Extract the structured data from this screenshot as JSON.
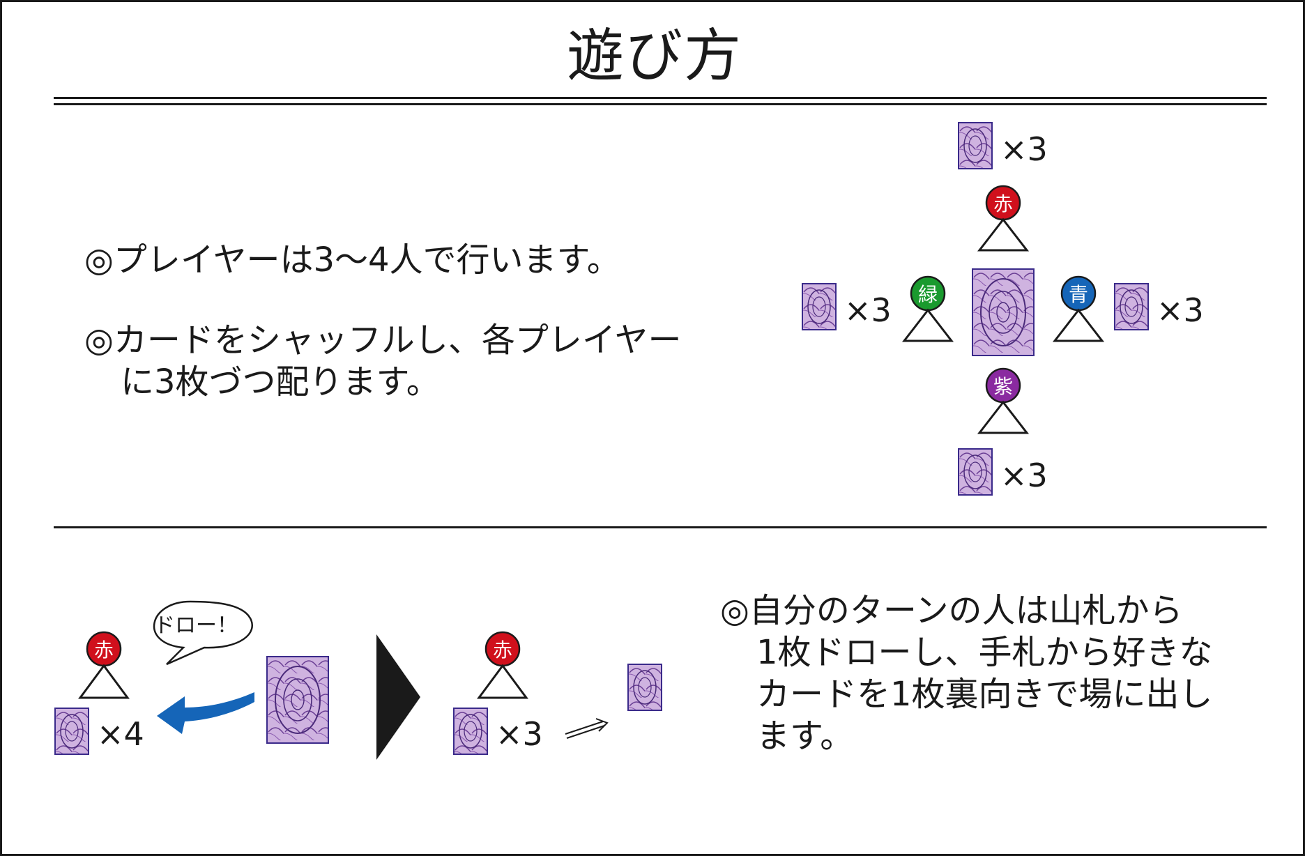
{
  "title": "遊び方",
  "setup": {
    "instruction_1": "◎プレイヤーは3〜4人で行います。",
    "instruction_2_line1": "◎カードをシャッフルし、各プレイヤー",
    "instruction_2_line2": "に3枚づつ配ります。",
    "players": {
      "top": {
        "name": "赤",
        "color": "#d0101c",
        "hand": "×3"
      },
      "left": {
        "name": "緑",
        "color": "#1a9a2e",
        "hand": "×3"
      },
      "right": {
        "name": "青",
        "color": "#1565b8",
        "hand": "×3"
      },
      "bottom": {
        "name": "紫",
        "color": "#8a2aa0",
        "hand": "×3"
      }
    }
  },
  "turn": {
    "speech": "ドロー！",
    "before": {
      "player": "赤",
      "hand": "×4"
    },
    "after": {
      "player": "赤",
      "hand": "×3"
    },
    "instruction_line1": "◎自分のターンの人は山札から",
    "instruction_line2": "1枚ドローし、手札から好きな",
    "instruction_line3": "カードを1枚裏向きで場に出し",
    "instruction_line4": "ます。"
  },
  "colors": {
    "card_border": "#3a2a8a",
    "card_fill": "#c9a8dc",
    "arrow_blue": "#1565b8",
    "text": "#1a1a1a"
  }
}
